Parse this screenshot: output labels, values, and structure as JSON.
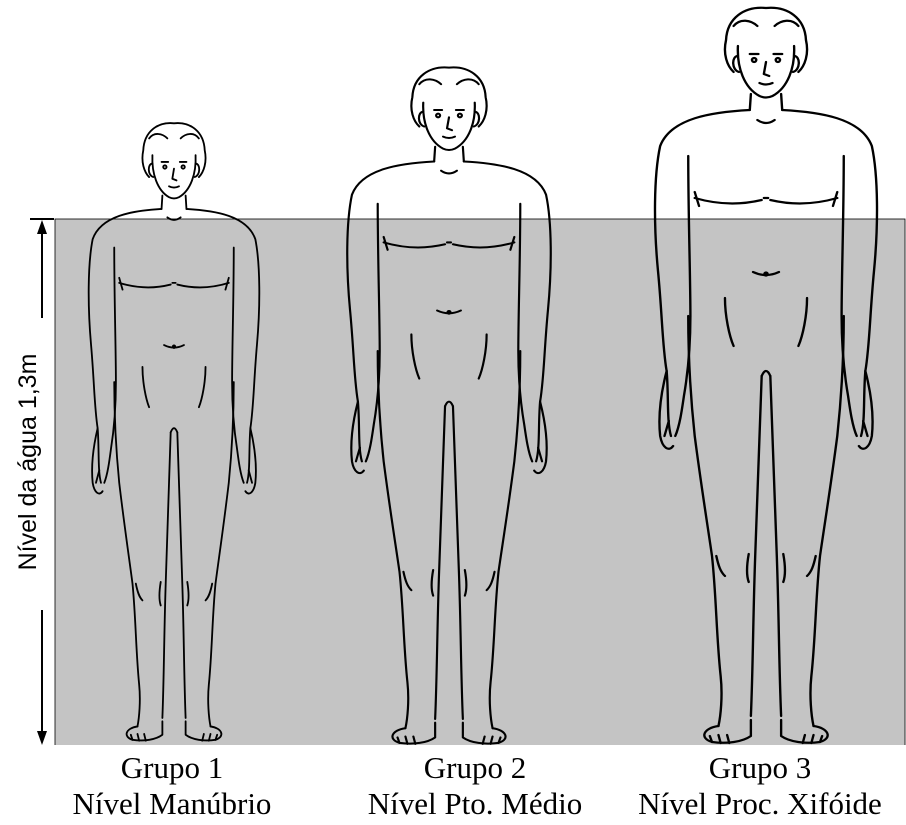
{
  "water_label": "Nível da água 1,3m",
  "groups": [
    {
      "name": "Grupo 1",
      "level": "Nível Manúbrio"
    },
    {
      "name": "Grupo 2",
      "level": "Nível Pto. Médio"
    },
    {
      "name": "Grupo 3",
      "level": "Nível Proc. Xifóide"
    }
  ],
  "colors": {
    "water": "#c4c4c4",
    "outline": "#000000",
    "background": "#ffffff"
  }
}
